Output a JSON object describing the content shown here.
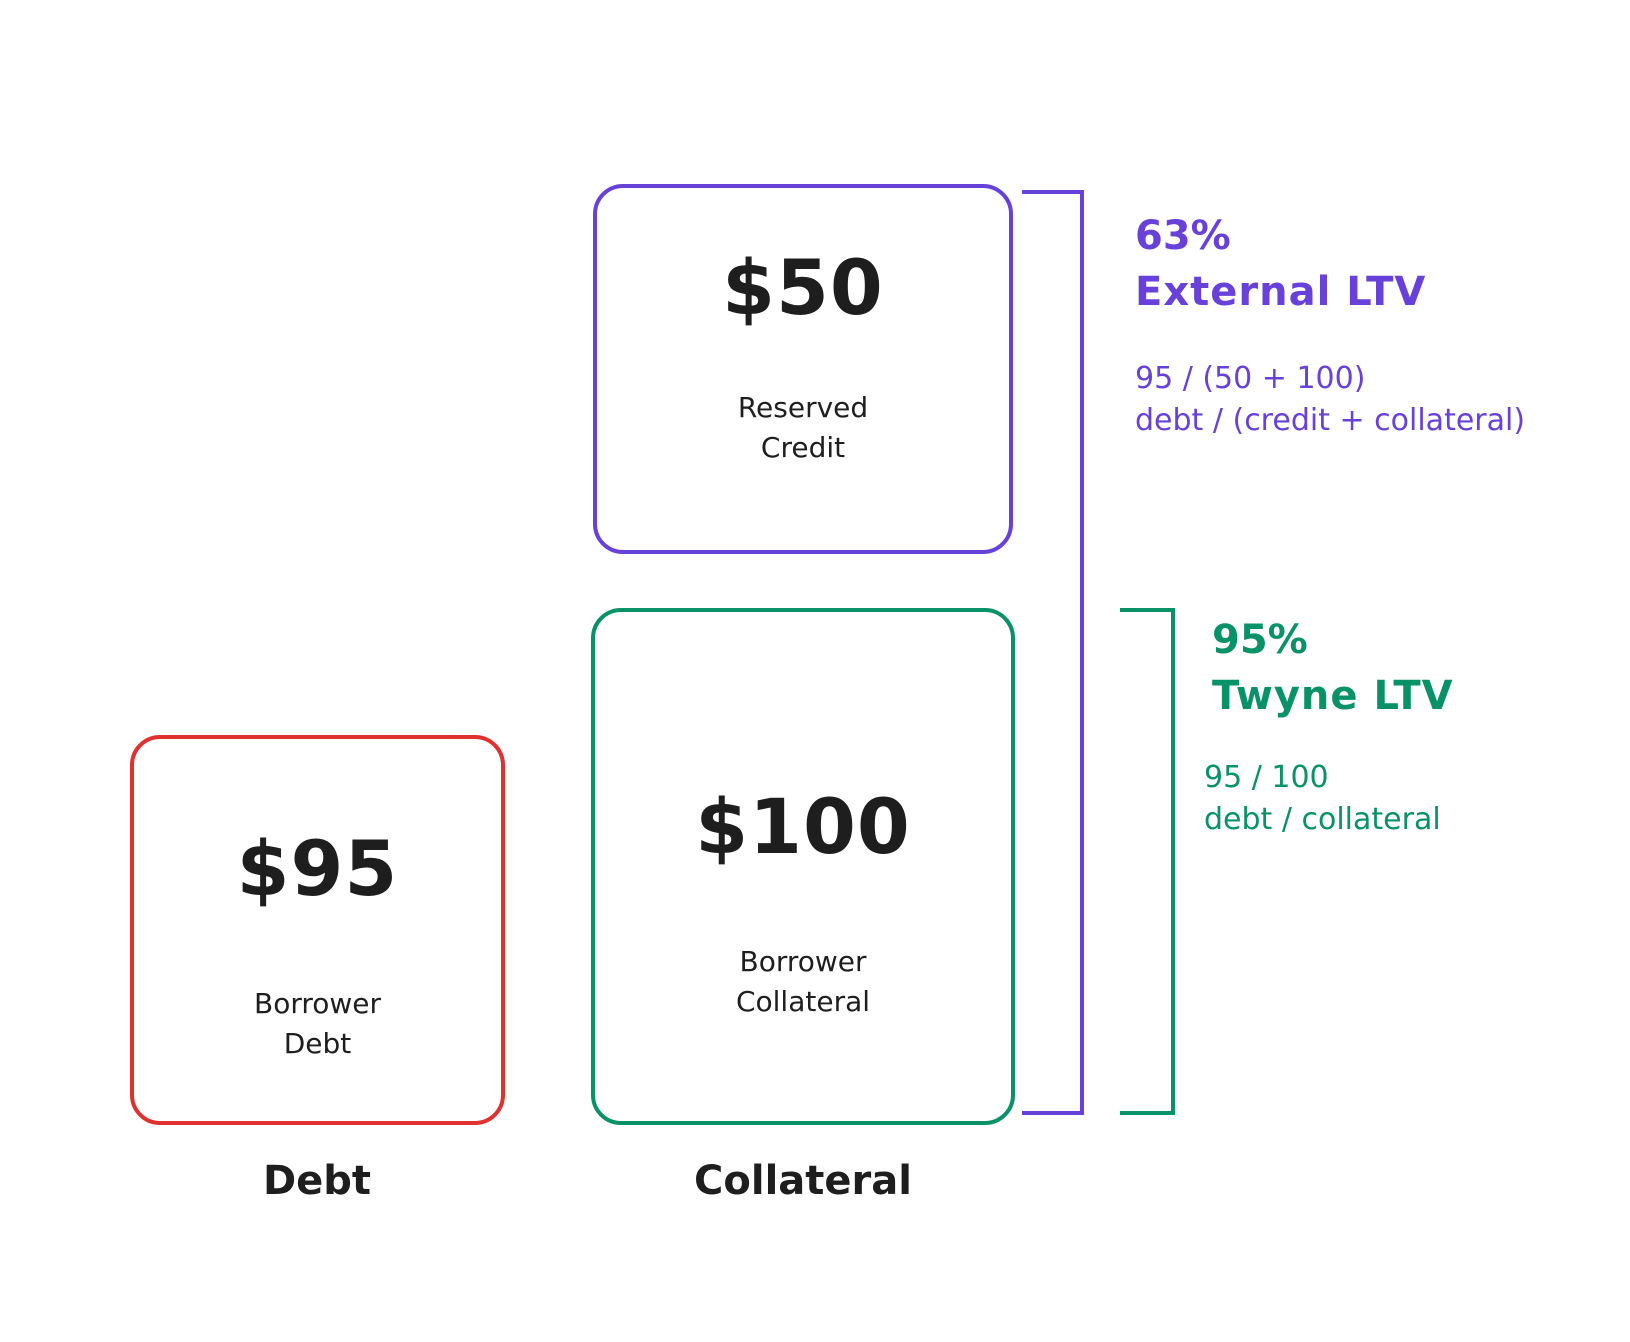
{
  "colors": {
    "debt": "#e03131",
    "credit": "#6741d9",
    "collateral": "#099268",
    "text": "#1e1e1e"
  },
  "boxes": {
    "debt": {
      "amount": "$95",
      "label_lines": [
        "Borrower",
        "Debt"
      ]
    },
    "credit": {
      "amount": "$50",
      "label_lines": [
        "Reserved",
        "Credit"
      ]
    },
    "collateral": {
      "amount": "$100",
      "label_lines": [
        "Borrower",
        "Collateral"
      ]
    }
  },
  "column_labels": {
    "debt": "Debt",
    "collateral": "Collateral"
  },
  "external_ltv": {
    "percent": "63%",
    "name": "External LTV",
    "formula_values": "95 / (50 + 100)",
    "formula_terms": "debt / (credit + collateral)"
  },
  "twyne_ltv": {
    "percent": "95%",
    "name": "Twyne LTV",
    "formula_values": "95 / 100",
    "formula_terms": "debt / collateral"
  }
}
